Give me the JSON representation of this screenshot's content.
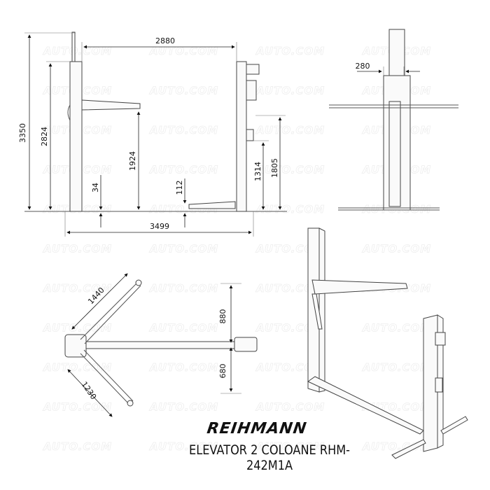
{
  "watermark": "AUTO.COM",
  "brand": "REIHMANN",
  "model_title": "ELEVATOR 2 COLOANE RHM-242M1A",
  "front_view": {
    "dimensions": {
      "total_height": "3350",
      "column_height": "2824",
      "inner_width": "2880",
      "max_lift_height": "1924",
      "min_pad_height_left": "34",
      "min_pad_height_right": "112",
      "control_height": "1314",
      "lock_release_height": "1805",
      "overall_width": "3499"
    }
  },
  "side_view": {
    "dimensions": {
      "column_depth": "280"
    }
  },
  "top_view": {
    "dimensions": {
      "long_arm": "1440",
      "short_arm": "1230",
      "long_arm_reach": "880",
      "short_arm_reach": "680"
    }
  }
}
